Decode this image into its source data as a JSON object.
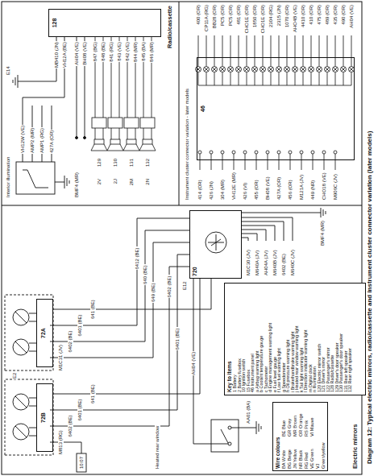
{
  "diagram": {
    "caption": "Diagram 12: Typical electric mirrors, radio/cassette and instrument cluster connector variation (later models)",
    "nodes": [
      {
        "text": [
          "72B"
        ]
      },
      {
        "text": [
          "72A"
        ]
      },
      {
        "text": [
          "720"
        ]
      },
      {
        "text": [
          "Key to items",
          "1 Battery",
          "2 Battery fusebox",
          "10 Ignition switch",
          "15 Fusebox",
          "46 Instrument panel",
          "a Airbag warning light",
          "b Coolant temperature gauge",
          "c Tachometer",
          "d Engine management warning light",
          "e Fuel level gauge",
          "f Low fuel warning light",
          "g Speedometer",
          "h Oil pressure warning light",
          "i Brake/handbrake warning light",
          "j Heated rear window warning light",
          "k Tail light warning light",
          "l Direction indicator warning light",
          "m Digital clock",
          "n Illumination",
          "120 Electric mirror switch",
          "121 Driver's mirror",
          "122 Passenger's mirror",
          "128 Radio/cassette",
          "129 Driver's door speaker",
          "130 Passenger's door speaker",
          "131 Rear left speaker",
          "132 Rear right speaker"
        ]
      },
      {
        "text": [
          "Wire colours",
          "BA White",
          "BE Blue",
          "BG Beige",
          "GR Grey",
          "JN Yellow",
          "MR Brown",
          "NR Black",
          "OR Orange",
          "RG Red",
          "RS Pink",
          "VE Green",
          "VI Mauve",
          "VJ Green/yellow"
        ]
      },
      {
        "text": [
          "128"
        ]
      },
      {
        "text": [
          "46"
        ]
      }
    ],
    "edges": [
      {
        "from": 0,
        "to": 2,
        "arrow": "none",
        "label": "641 (BE)"
      },
      {
        "from": 1,
        "to": 2,
        "arrow": "none",
        "label": "641 (BE)"
      }
    ],
    "labels": [
      "E2",
      "10:07",
      "M813 (RG)",
      "6402 (BE)",
      "6401 (BE)",
      "M1C31 (JV)",
      "6402 (BE)",
      "6401 (BE)",
      "6412 (BE)",
      "640 (BE)",
      "649 (BE)",
      "6402 (BE)",
      "6401 (BE)",
      "E12",
      "Heated rear window",
      "AH04 (VE)",
      "AA01 (BA)",
      "M1C30 (JV)",
      "M640A (JV)",
      "AH04A (JV)",
      "M640B (JV)",
      "6402 (BE)",
      "M640C (JV)",
      "BMF4 (MR)",
      "Electric mirrors",
      "Interior illumination",
      "VH12W (VE)",
      "AMP2 (MR)",
      "AMP1 (RG)",
      "427A (OR)",
      "BMF4 (MR)",
      "E14",
      "MB410 (JN)",
      "VH12A (BE)",
      "AH04 (VE)",
      "BH08 (VE)",
      "847 (BG)",
      "848 (BE)",
      "841 (RG)",
      "843 (VE)",
      "842 (VE)",
      "844 (MR)",
      "845 (BA)",
      "846 (MR)",
      "Radio/cassette",
      "129",
      "130",
      "131",
      "132",
      "2V",
      "2J",
      "2M",
      "2N",
      "Instrument cluster connector variation - later models",
      "414 (OR)",
      "426 (JN)",
      "304 (MR)",
      "VH12E (MR)",
      "426 (VI)",
      "455 (OR)",
      "BH08 (VE)",
      "427A (OR)",
      "456 (OR)",
      "M121A (JV)",
      "449 (NR)",
      "CHO18 (VE)",
      "M906C (JV)",
      "400 (OR)",
      "CP11A (RG)",
      "BB28 (OR)",
      "PC5 (OR)",
      "PC5 (OR)",
      "481 (OR)",
      "CHO1E (OR)",
      "1850 (OR)",
      "CHO1E (OR)",
      "2304 (RG)",
      "2315 (JN)",
      "1070 (OR)",
      "AHO4B (VE)",
      "4410 (OR)",
      "410 (OR)",
      "475 (OR)",
      "489 (OR)",
      "435 (OR)",
      "490 (OR)",
      "AH04 (VE)"
    ]
  }
}
